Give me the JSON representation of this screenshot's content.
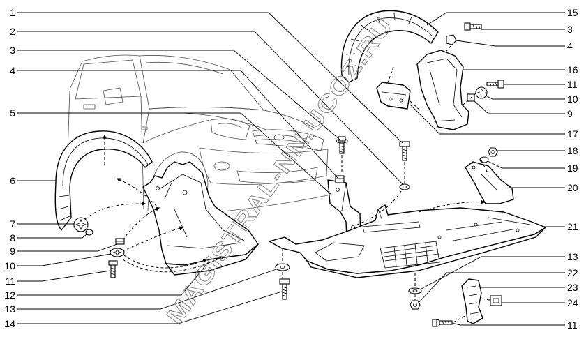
{
  "diagram": {
    "callouts_left": [
      "1",
      "2",
      "3",
      "4",
      "5",
      "6",
      "7",
      "8",
      "9",
      "10",
      "11",
      "12",
      "13",
      "14"
    ],
    "callouts_right": [
      "15",
      "3",
      "4",
      "16",
      "11",
      "10",
      "9",
      "17",
      "18",
      "19",
      "20",
      "21",
      "13",
      "22",
      "23",
      "24",
      "11"
    ],
    "watermark": "MAGISTRAL-NN.UCOZ.RU"
  },
  "colors": {
    "background": "#ffffff",
    "line": "#000000",
    "car_outline": "#4d4d4d",
    "watermark": "#8c8c8c"
  }
}
